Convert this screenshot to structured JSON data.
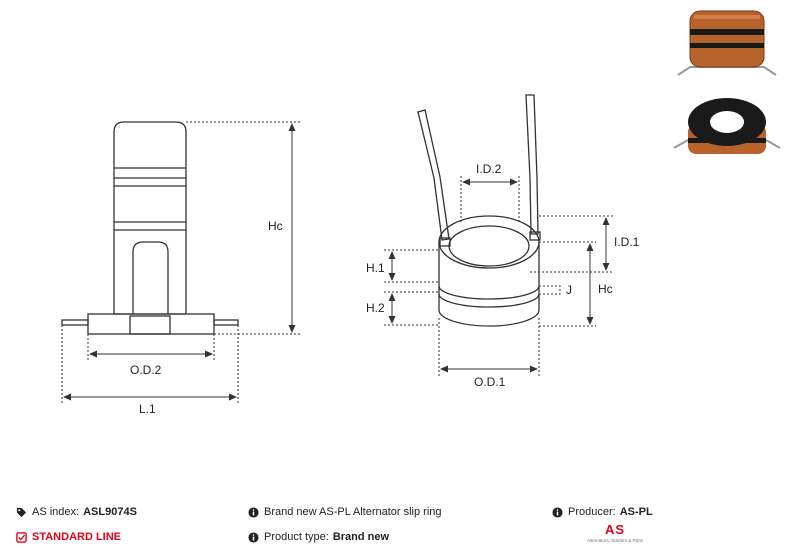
{
  "diagram": {
    "labels": {
      "hc_left": "Hc",
      "od2": "O.D.2",
      "l1": "L.1",
      "id2": "I.D.2",
      "id1": "I.D.1",
      "h1": "H.1",
      "h2": "H.2",
      "j": "J",
      "hc_right": "Hc",
      "od1": "O.D.1"
    }
  },
  "footer": {
    "as_index_label": "AS index:",
    "as_index_value": "ASL9074S",
    "standard_line": "STANDARD LINE",
    "description": "Brand new AS-PL Alternator slip ring",
    "product_type_label": "Product type:",
    "product_type_value": "Brand new",
    "producer_label": "Producer:",
    "producer_value": "AS-PL"
  },
  "logo": {
    "mark": "AS",
    "tagline": "Alternators, Starters & Parts"
  },
  "colors": {
    "accent_red": "#e3001b",
    "copper": "#b8632b",
    "line": "#333333"
  },
  "icons": [
    "tag-icon",
    "check-square-icon",
    "info-icon"
  ]
}
